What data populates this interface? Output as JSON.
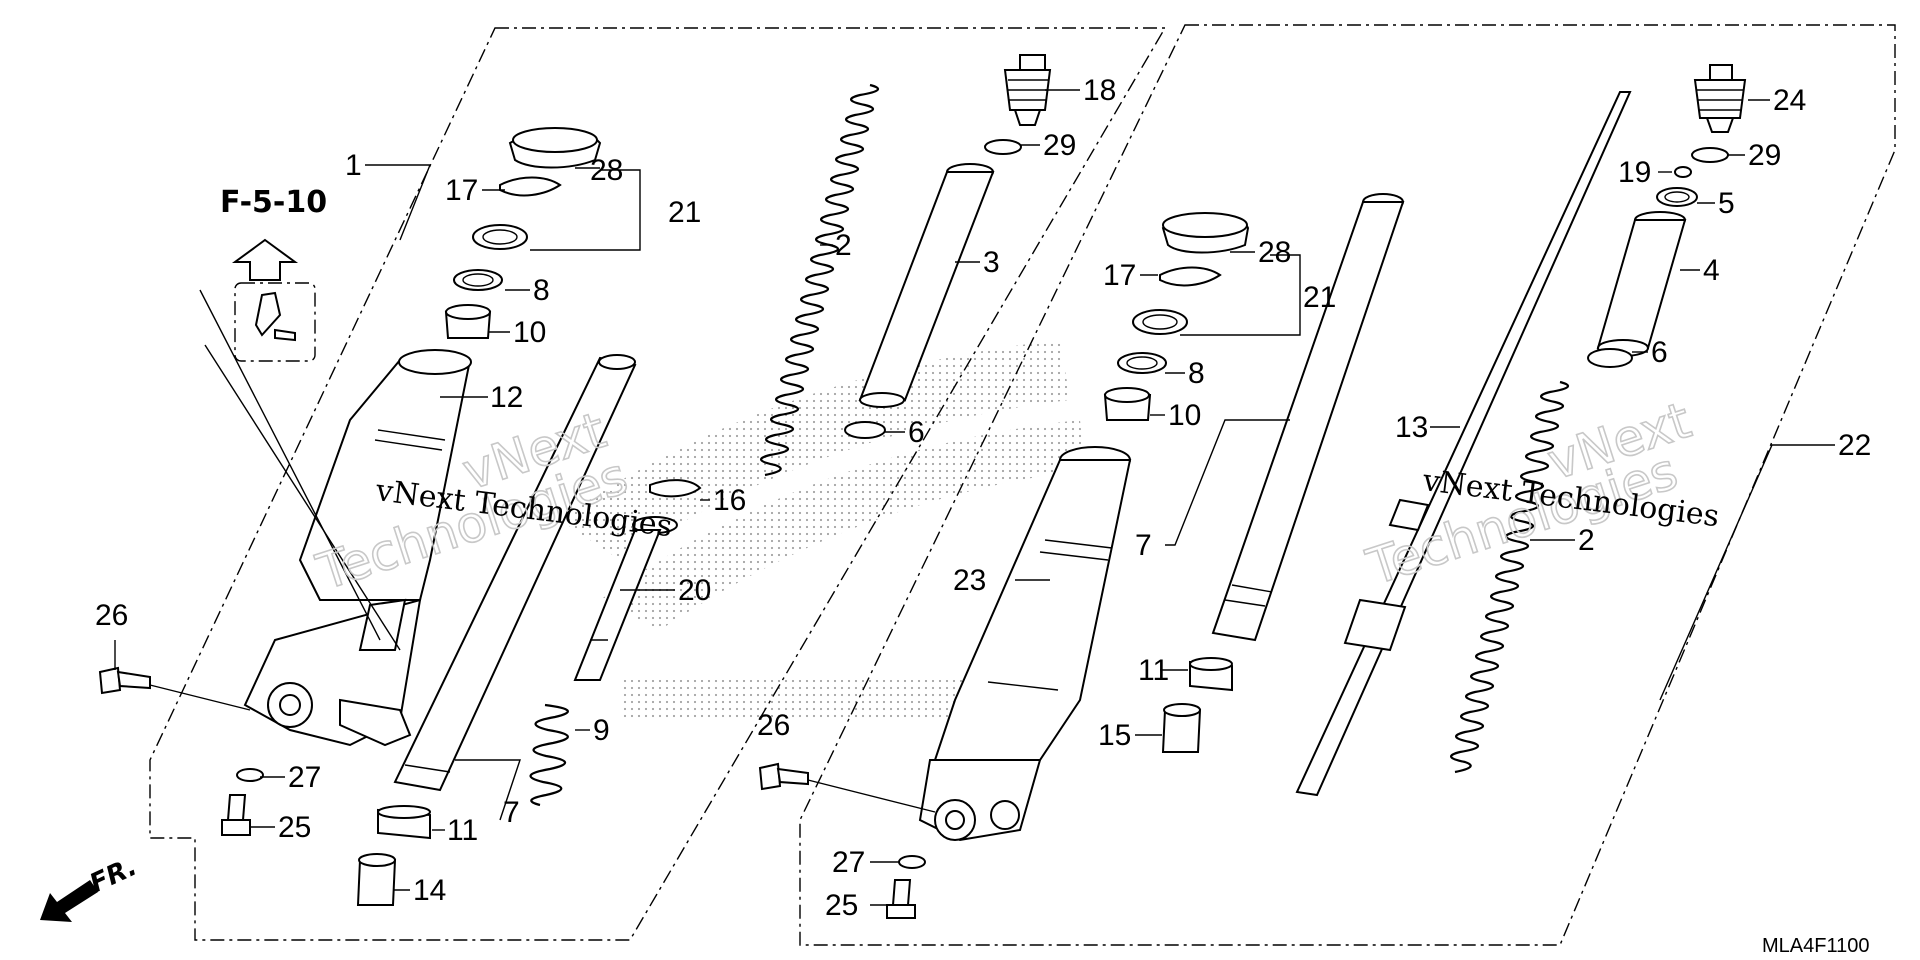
{
  "diagram": {
    "code": "MLA4F1100",
    "reference": {
      "label": "F-5-10",
      "arrow_icon": "up-outline-arrow"
    },
    "direction": {
      "label": "FR.",
      "arrow_icon": "down-left-filled-arrow"
    },
    "watermarks": [
      {
        "small": "vNext Technologies",
        "large_top": "vNext",
        "large_bottom": "Technologies"
      },
      {
        "small": "vNext Technologies",
        "large_top": "vNext",
        "large_bottom": "Technologies"
      }
    ],
    "callouts": {
      "left": [
        "1",
        "28",
        "17",
        "21",
        "2",
        "8",
        "10",
        "12",
        "16",
        "20",
        "26",
        "9",
        "27",
        "25",
        "11",
        "7",
        "14"
      ],
      "middle": [
        "18",
        "29",
        "3",
        "6",
        "23",
        "26",
        "27",
        "25"
      ],
      "right": [
        "28",
        "17",
        "21",
        "8",
        "10",
        "7",
        "11",
        "15",
        "13",
        "24",
        "29",
        "19",
        "5",
        "4",
        "6",
        "22",
        "2"
      ]
    }
  }
}
